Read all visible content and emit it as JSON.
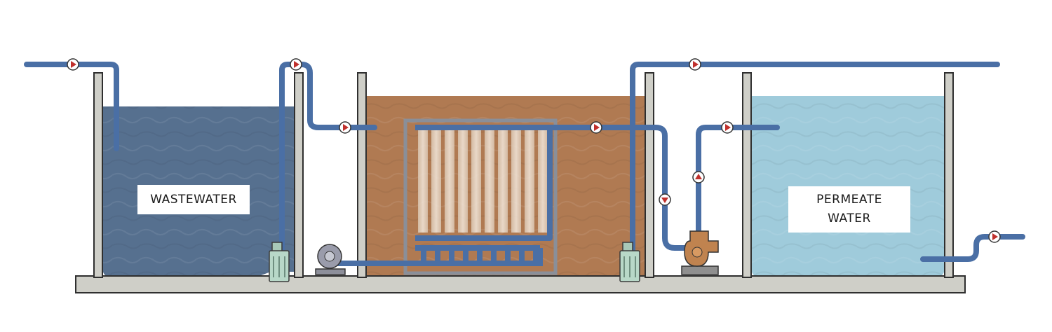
{
  "labels": {
    "wastewater": "WASTEWATER",
    "permeate_line1": "PERMEATE",
    "permeate_line2": "WATER"
  },
  "icons": {
    "flow_valve": "flow-direction-valve-icon",
    "submersible_pump": "submersible-pump-icon",
    "blower": "air-blower-icon",
    "centrifugal_pump": "centrifugal-pump-icon",
    "membrane_module": "membrane-module-icon"
  },
  "colors": {
    "wastewater": "#56708f",
    "bioreactor": "#b07a52",
    "permeate": "#9fcbdb",
    "pipe": "#4a6fa5",
    "concrete": "#cfcfc8",
    "valve_red": "#c0302c",
    "pump_copper": "#c0834f"
  }
}
